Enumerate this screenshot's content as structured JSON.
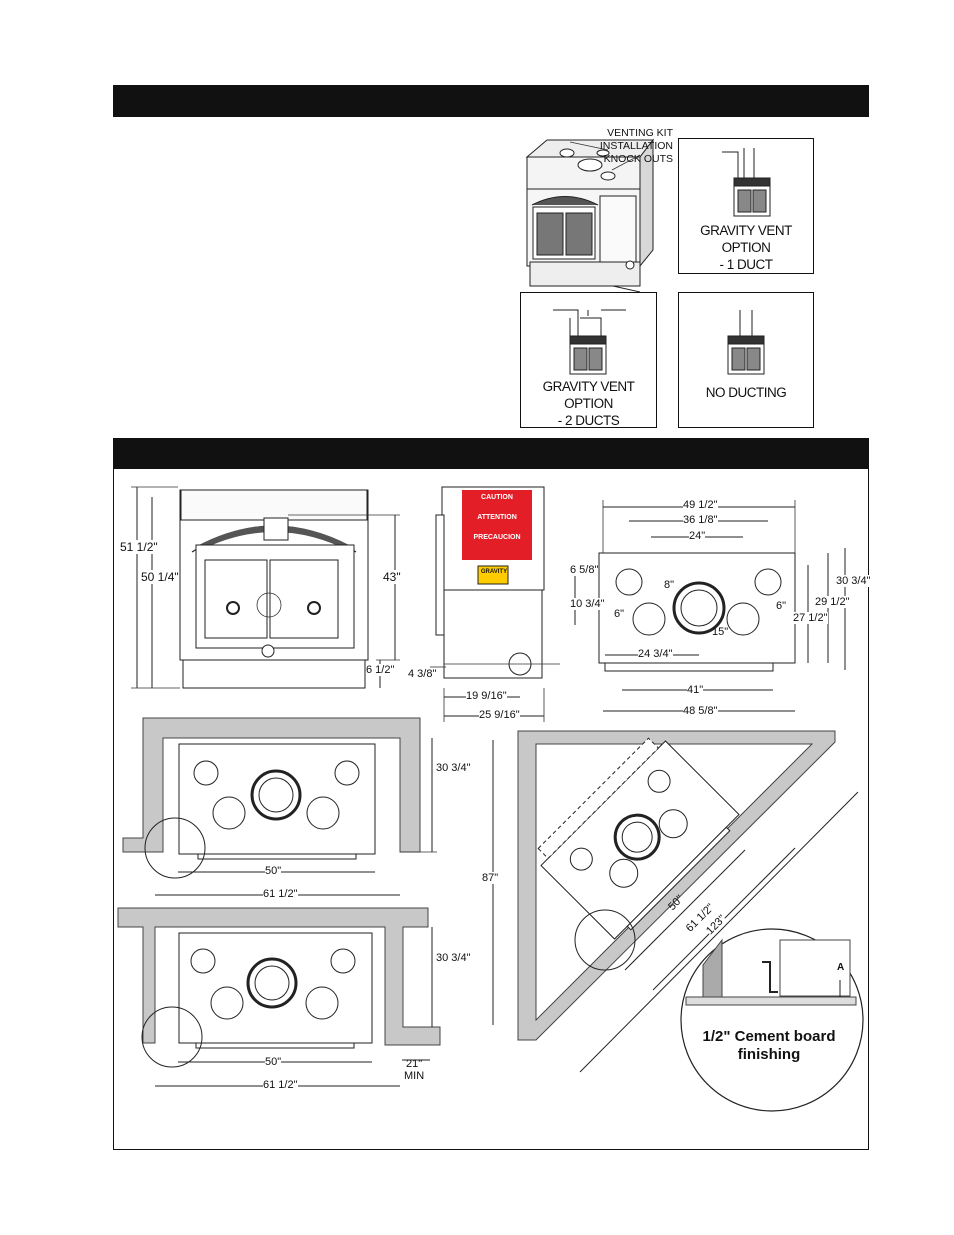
{
  "venting": {
    "knockouts_label_line1": "VENTING KIT INSTALLATION",
    "knockouts_label_line2": "KNOCK OUTS",
    "one_duct_line1": "GRAVITY VENT OPTION",
    "one_duct_line2": "- 1 DUCT",
    "two_ducts_line1": "GRAVITY VENT OPTION",
    "two_ducts_line2": "- 2 DUCTS",
    "no_ducting": "NO DUCTING"
  },
  "front_view": {
    "overall_height": "51 1/2\"",
    "body_height": "50 1/4\"",
    "face_height": "43\"",
    "base_height": "6 1/2\""
  },
  "side_view": {
    "caution": "CAUTION",
    "attention": "ATTENTION",
    "precaucion": "PRECAUCION",
    "label_gravity": "GRAVITY",
    "floor_offset": "4 3/8\"",
    "depth": "19 9/16\"",
    "overall_depth": "25 9/16\""
  },
  "top_view": {
    "w1": "49 1/2\"",
    "w2": "36 1/8\"",
    "w3": "24\"",
    "d1": "6 5/8\"",
    "d2": "10 3/4\"",
    "small_duct_left": "6\"",
    "center_flue": "8\"",
    "small_duct_right": "6\"",
    "offset_15": "15\"",
    "center_offset": "24 3/4\"",
    "depth_a": "30 3/4\"",
    "depth_b": "29 1/2\"",
    "depth_c": "27 1/2\"",
    "base_width": "41\"",
    "overall_width": "48 5/8\""
  },
  "install_flush": {
    "depth": "30 3/4\"",
    "opening": "50\"",
    "overall": "61 1/2\""
  },
  "install_recessed": {
    "depth": "30 3/4\"",
    "opening": "50\"",
    "overall": "61 1/2\"",
    "side_min_1": "21\"",
    "side_min_2": "MIN"
  },
  "install_corner": {
    "height": "87\"",
    "opening": "50\"",
    "overall": "61 1/2\"",
    "diagonal": "123\""
  },
  "detail": {
    "marker": "A",
    "note_line1": "1/2\" Cement board",
    "note_line2": "finishing"
  }
}
